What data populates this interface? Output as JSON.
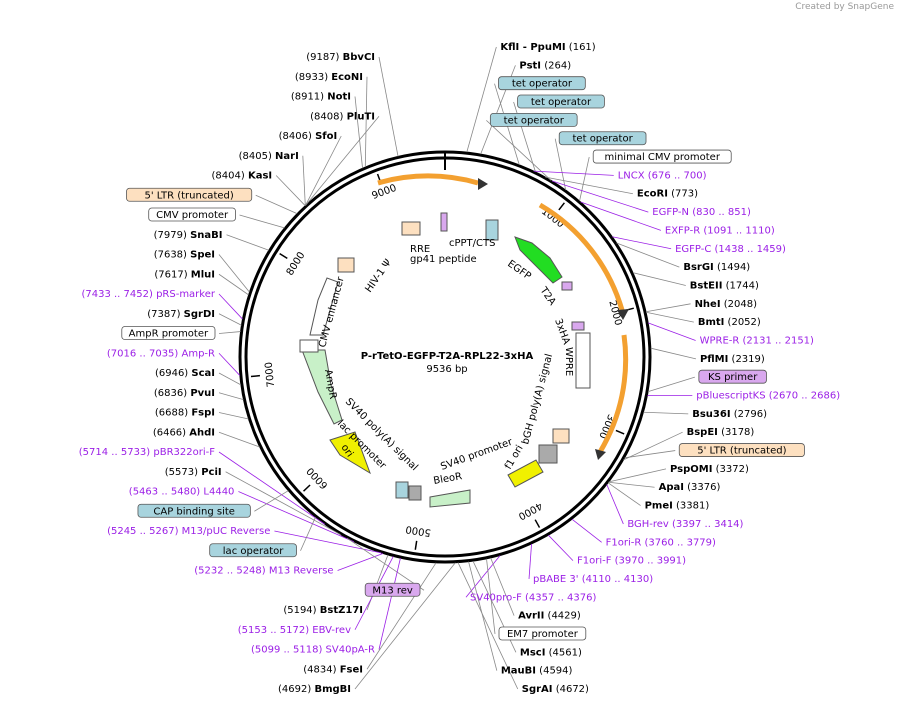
{
  "watermark": "Created by SnapGene",
  "plasmid": {
    "name": "P-rTetO-EGFP-T2A-RPL22-3xHA",
    "size": "9536 bp"
  },
  "ticks": [
    "1000",
    "2000",
    "3000",
    "4000",
    "5000",
    "6000",
    "7000",
    "8000",
    "9000"
  ],
  "right_labels": [
    {
      "kind": "site",
      "name": "KflI",
      "pos": "",
      "extra": "- PpuMI",
      "pos2": "(161)"
    },
    {
      "kind": "site",
      "name": "PstI",
      "pos": "(264)"
    },
    {
      "kind": "box",
      "text": "tet operator",
      "color": "#a8d4de"
    },
    {
      "kind": "box",
      "text": "tet operator",
      "color": "#a8d4de"
    },
    {
      "kind": "box",
      "text": "tet operator",
      "color": "#a8d4de"
    },
    {
      "kind": "box",
      "text": "tet operator",
      "color": "#a8d4de"
    },
    {
      "kind": "box",
      "text": "minimal CMV promoter",
      "color": "#ffffff"
    },
    {
      "kind": "primer",
      "name": "LNCX",
      "pos": "(676 .. 700)"
    },
    {
      "kind": "site",
      "name": "EcoRI",
      "pos": "(773)"
    },
    {
      "kind": "primer",
      "name": "EGFP-N",
      "pos": "(830 .. 851)"
    },
    {
      "kind": "primer",
      "name": "EXFP-R",
      "pos": "(1091 .. 1110)"
    },
    {
      "kind": "primer",
      "name": "EGFP-C",
      "pos": "(1438 .. 1459)"
    },
    {
      "kind": "site",
      "name": "BsrGI",
      "pos": "(1494)"
    },
    {
      "kind": "site",
      "name": "BstEII",
      "pos": "(1744)"
    },
    {
      "kind": "site",
      "name": "NheI",
      "pos": "(2048)"
    },
    {
      "kind": "site",
      "name": "BmtI",
      "pos": "(2052)"
    },
    {
      "kind": "primer",
      "name": "WPRE-R",
      "pos": "(2131 .. 2151)"
    },
    {
      "kind": "site",
      "name": "PflMI",
      "pos": "(2319)"
    },
    {
      "kind": "box",
      "text": "KS primer",
      "color": "#d9a8ee"
    },
    {
      "kind": "primer",
      "name": "pBluescriptKS",
      "pos": "(2670 .. 2686)"
    },
    {
      "kind": "site",
      "name": "Bsu36I",
      "pos": "(2796)"
    },
    {
      "kind": "site",
      "name": "BspEI",
      "pos": "(3178)"
    },
    {
      "kind": "box",
      "text": "5' LTR (truncated)",
      "color": "#fde0c0"
    },
    {
      "kind": "site",
      "name": "PspOMI",
      "pos": "(3372)"
    },
    {
      "kind": "site",
      "name": "ApaI",
      "pos": "(3376)"
    },
    {
      "kind": "site",
      "name": "PmeI",
      "pos": "(3381)"
    },
    {
      "kind": "primer",
      "name": "BGH-rev",
      "pos": "(3397 .. 3414)"
    },
    {
      "kind": "primer",
      "name": "F1ori-R",
      "pos": "(3760 .. 3779)"
    },
    {
      "kind": "primer",
      "name": "F1ori-F",
      "pos": "(3970 .. 3991)"
    },
    {
      "kind": "primer",
      "name": "pBABE 3'",
      "pos": "(4110 .. 4130)"
    },
    {
      "kind": "primer",
      "name": "SV40pro-F",
      "pos": "(4357 .. 4376)"
    },
    {
      "kind": "site",
      "name": "AvrII",
      "pos": "(4429)"
    },
    {
      "kind": "box",
      "text": "EM7 promoter",
      "color": "#ffffff"
    },
    {
      "kind": "site",
      "name": "MscI",
      "pos": "(4561)"
    },
    {
      "kind": "site",
      "name": "MauBI",
      "pos": "(4594)"
    },
    {
      "kind": "site",
      "name": "SgrAI",
      "pos": "(4672)"
    }
  ],
  "left_labels": [
    {
      "kind": "site",
      "name": "BbvCI",
      "pos": "(9187)"
    },
    {
      "kind": "site",
      "name": "EcoNI",
      "pos": "(8933)"
    },
    {
      "kind": "site",
      "name": "NotI",
      "pos": "(8911)"
    },
    {
      "kind": "site",
      "name": "PluTI",
      "pos": "(8408)"
    },
    {
      "kind": "site",
      "name": "SfoI",
      "pos": "(8406)"
    },
    {
      "kind": "site",
      "name": "NarI",
      "pos": "(8405)"
    },
    {
      "kind": "site",
      "name": "KasI",
      "pos": "(8404)"
    },
    {
      "kind": "box",
      "text": "5' LTR (truncated)",
      "color": "#fde0c0"
    },
    {
      "kind": "box",
      "text": "CMV promoter",
      "color": "#ffffff"
    },
    {
      "kind": "site",
      "name": "SnaBI",
      "pos": "(7979)"
    },
    {
      "kind": "site",
      "name": "SpeI",
      "pos": "(7638)"
    },
    {
      "kind": "site",
      "name": "MluI",
      "pos": "(7617)"
    },
    {
      "kind": "primer",
      "name": "pRS-marker",
      "pos": "(7433 .. 7452)"
    },
    {
      "kind": "site",
      "name": "SgrDI",
      "pos": "(7387)"
    },
    {
      "kind": "box",
      "text": "AmpR promoter",
      "color": "#ffffff"
    },
    {
      "kind": "primer",
      "name": "Amp-R",
      "pos": "(7016 .. 7035)"
    },
    {
      "kind": "site",
      "name": "ScaI",
      "pos": "(6946)"
    },
    {
      "kind": "site",
      "name": "PvuI",
      "pos": "(6836)"
    },
    {
      "kind": "site",
      "name": "FspI",
      "pos": "(6688)"
    },
    {
      "kind": "site",
      "name": "AhdI",
      "pos": "(6466)"
    },
    {
      "kind": "primer",
      "name": "pBR322ori-F",
      "pos": "(5714 .. 5733)"
    },
    {
      "kind": "site",
      "name": "PciI",
      "pos": "(5573)"
    },
    {
      "kind": "primer",
      "name": "L4440",
      "pos": "(5463 .. 5480)"
    },
    {
      "kind": "box",
      "text": "CAP binding site",
      "color": "#a8d4de"
    },
    {
      "kind": "primer",
      "name": "M13/pUC Reverse",
      "pos": "(5245 .. 5267)"
    },
    {
      "kind": "box",
      "text": "lac operator",
      "color": "#a8d4de"
    },
    {
      "kind": "primer",
      "name": "M13 Reverse",
      "pos": "(5232 .. 5248)"
    },
    {
      "kind": "box",
      "text": "M13 rev",
      "color": "#d9a8ee"
    },
    {
      "kind": "site",
      "name": "BstZ17I",
      "pos": "(5194)"
    },
    {
      "kind": "primer",
      "name": "EBV-rev",
      "pos": "(5153 .. 5172)"
    },
    {
      "kind": "primer",
      "name": "SV40pA-R",
      "pos": "(5099 .. 5118)"
    },
    {
      "kind": "site",
      "name": "FseI",
      "pos": "(4834)"
    },
    {
      "kind": "site",
      "name": "BmgBI",
      "pos": "(4692)"
    }
  ],
  "features": [
    "cPPT/CTS",
    "EGFP",
    "T2A",
    "3xHA",
    "WPRE",
    "bGH poly(A) signal",
    "f1 ori",
    "SV40 promoter",
    "BleoR",
    "SV40 poly(A) signal",
    "lac promoter",
    "ori",
    "AmpR",
    "CMV enhancer",
    "HIV-1 Ψ",
    "RRE",
    "gp41 peptide"
  ],
  "colors": {
    "egfp": "#22dd22",
    "ori": "#f0f000",
    "ampr": "#c8f0c8",
    "orange": "#f3a030",
    "primer": "#9b1fe6"
  }
}
